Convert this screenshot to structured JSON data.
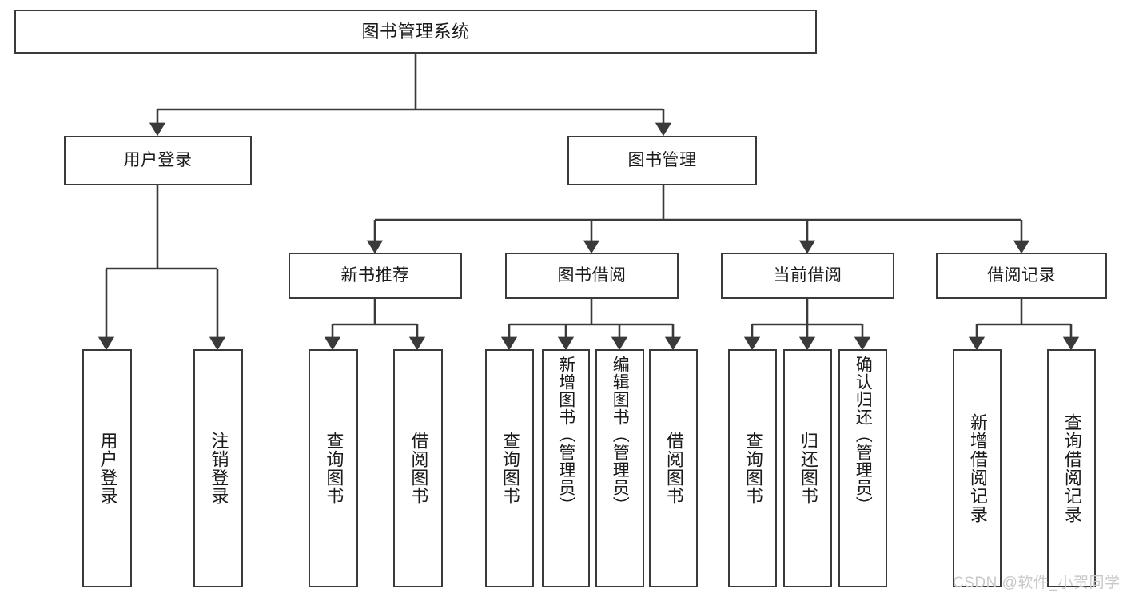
{
  "diagram": {
    "title": "图书管理系统",
    "type": "tree",
    "stroke_color": "#3a3a3a",
    "text_color": "#1a1a1a",
    "background": "#ffffff"
  },
  "root": {
    "label": "图书管理系统"
  },
  "level2": [
    {
      "label": "用户登录"
    },
    {
      "label": "图书管理"
    }
  ],
  "level3": [
    {
      "label": "新书推荐"
    },
    {
      "label": "图书借阅"
    },
    {
      "label": "当前借阅"
    },
    {
      "label": "借阅记录"
    }
  ],
  "leaves": {
    "user_login": [
      {
        "label": "用户登录"
      },
      {
        "label": "注销登录"
      }
    ],
    "new_book": [
      {
        "label": "查询图书"
      },
      {
        "label": "借阅图书"
      }
    ],
    "book_borrow": [
      {
        "label": "查询图书"
      },
      {
        "label": "新增图书（管理员）"
      },
      {
        "label": "编辑图书（管理员）"
      },
      {
        "label": "借阅图书"
      }
    ],
    "current_borrow": [
      {
        "label": "查询图书"
      },
      {
        "label": "归还图书"
      },
      {
        "label": "确认归还（管理员）"
      }
    ],
    "borrow_record": [
      {
        "label": "新增借阅记录"
      },
      {
        "label": "查询借阅记录"
      }
    ]
  },
  "watermark": {
    "text": "CSDN @软件_小贺同学",
    "color": "#c9c9c9"
  }
}
